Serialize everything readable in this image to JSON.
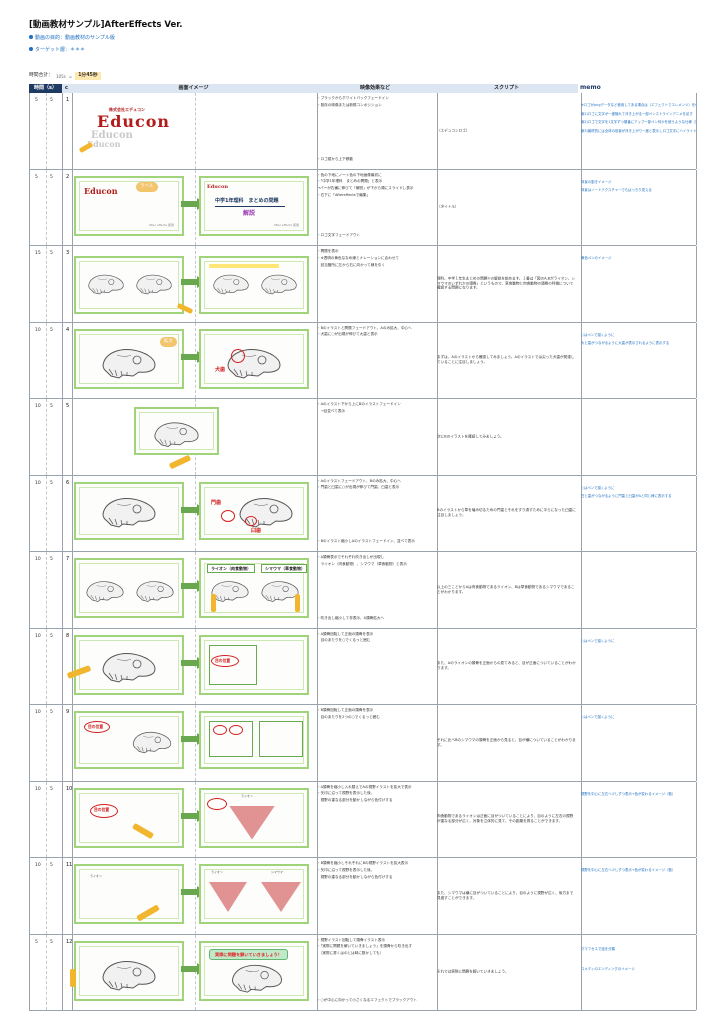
{
  "doc": {
    "title": "[動画教材サンプル]AfterEffects Ver.",
    "purpose": "動画の目的：動画教材のサンプル版",
    "target": "ターゲット層：＊＊＊",
    "total_label": "時間合計：",
    "total_secs": "105s",
    "total_arrow": "=",
    "total_value": "1分45秒"
  },
  "headers": {
    "time": "時間（s）",
    "c": "c",
    "image": "画面イメージ",
    "effects": "映像効果など",
    "script": "スクリプト",
    "memo": "memo"
  },
  "rows": [
    {
      "t1": "5",
      "t2": "5",
      "num": "1",
      "effects": [
        "・ブラックからホワイトバックフェードイン",
        "・既存の映像または新規コンポジション"
      ],
      "effects_bottom": "・ロゴ縦から上下移動",
      "script": "（エデュコンロゴ）",
      "memo": [
        "※ロゴがpngデータなど使用してある場合は（エフェクトでエレメンツ）を使う",
        "案1)ロゴに文字が一度隠れて浮き上がる一部ペンストラインアニメを足す",
        "案2)ロゴで文字を1文字ずつ順番にアップ一部ペン何かを使うような仕様（案）",
        "案3)最終的には全体の前景が浮き上がり一度と表示しロゴ文字にハイライト"
      ],
      "logo_top": "株式会社エデュコン",
      "logo": "Educon"
    },
    {
      "t1": "5",
      "t2": "5",
      "num": "2",
      "effects": [
        "・色の下地にノート色の下地画像最初に",
        "・「中学1年理科　まとめの問題」と表示",
        "→バーが右横に伸びて「解説」が下から順にスライドし表示",
        "・右下に「Aftereffectsで編集」"
      ],
      "effects_bottom": "・ロゴ文字フェードアウト",
      "script": "（タイトル）",
      "memo": [
        "背景の動きイメージ",
        "背景はノートテクスチャーでもはっきり見える"
      ],
      "card_title": "中学1年理科　まとめの問題",
      "card_sub": "解説",
      "card_note": "After effects 使用",
      "logo": "Educon",
      "callout": "ラベル"
    },
    {
      "t1": "15",
      "t2": "5",
      "num": "3",
      "effects": [
        "・問題を表示",
        "・※透明の黄色ななめ線とナレーションに合わせて",
        "　該当箇所に左から右に向かって線を引く"
      ],
      "effects_bottom": "",
      "script": "理科、中学１年生まとめの問題①の解説を始めます。１番は「図のA,Bがライオン、シマウマのいずれかの頭骨」というもので、草食動物と肉食動物の頭骨の特徴について確認する問題になります。",
      "memo": [
        "黄色ペンのイメージ"
      ]
    },
    {
      "t1": "10",
      "t2": "5",
      "num": "4",
      "effects": [
        "・Bのイラストと問題フェードアウト、Aのみ拡大、中心へ",
        "・犬歯に○が出現が伸びて大歯と表示"
      ],
      "effects_bottom": "",
      "script": "まずは、Aのイラストから確認してみましょう。Aのイラストでは尖った犬歯が発達していることに注目しましょう。",
      "memo": [
        "○はペンで描くように",
        "大と歯がつながるように大歯が表示されるように表示する"
      ],
      "callout": "拡大",
      "red_label": "犬歯"
    },
    {
      "t1": "10",
      "t2": "5",
      "num": "5",
      "effects": [
        "・Aのイラスト下から上にBのイラストフェードイン",
        "　→目並べて表示"
      ],
      "effects_bottom": "",
      "script": "次にBのイラストを確認してみましょう。",
      "memo": []
    },
    {
      "t1": "10",
      "t2": "5",
      "num": "6",
      "effects": [
        "・Aのイラストフェードアウト、Bのみ拡大、中心へ",
        "・門歯と臼歯に○が出現が伸びて門歯、臼歯と表示"
      ],
      "effects_bottom": "・Bのイラスト縮小しAのイラストフェードイン、並べて表示",
      "script": "Bのイラストから草を噛み切るための門歯とそれをすり潰すために平らになった臼歯に注目しましょう。",
      "memo": [
        "○はペンで描くように",
        "白と歯がつながるように門歯と臼歯がAと同じ様に表示する"
      ],
      "red_label": "門歯",
      "red_label2": "臼歯"
    },
    {
      "t1": "10",
      "t2": "5",
      "num": "7",
      "effects": [
        "・A頭骨表示でそれぞれ吹き出しが出現し",
        "　ライオン（肉食動物）、シマウマ（草食動物）と表示"
      ],
      "effects_bottom": "・吹き出し縮小して非表示、A頭骨拡大へ",
      "script": "以上の三ことからAは肉食動物であるライオン、Bは草食動物であるシマウマであることがわかります。",
      "memo": [],
      "label_a": "ライオン（肉食動物）",
      "label_b": "シマウマ（草食動物）"
    },
    {
      "t1": "10",
      "t2": "5",
      "num": "8",
      "effects": [
        "・A頭骨回転して正面の頭骨を表示",
        "　目のあたりを○でくるっと囲む"
      ],
      "effects_bottom": "",
      "script": "また、Aのライオンの頭骨を正面からの見てみると、目が正面についていることがわかります。",
      "memo": [
        "○はペンで描くように"
      ],
      "eye_label": "目の位置"
    },
    {
      "t1": "10",
      "t2": "5",
      "num": "9",
      "effects": [
        "・B頭骨回転して正面の頭骨を表示",
        "　目のあたりを2つの○でくるっと囲む"
      ],
      "effects_bottom": "",
      "script": "それに比べBのシマウマの頭骨を正面から見ると、目が横についていることがわかります。",
      "memo": [
        "○はペンで描くように"
      ],
      "eye_label": "目の位置"
    },
    {
      "t1": "10",
      "t2": "5",
      "num": "10",
      "effects": [
        "・A頭骨を縮小し入れ替えでAの視野イラストを拡大で表示",
        "・矢印に沿って視野を表示した後、",
        "　視野の重なる部分を動かしながら色付けする"
      ],
      "effects_bottom": "",
      "script": "肉食動物であるライオンは正面に目がついていることにより、目のように左右の視野が重なる部分が広く、対象を立体的に見て、その距離を測ることができます。",
      "memo": [
        "視野を中心に左右へ少しずつ表示→色が変わるイメージ（動）"
      ],
      "eye_label": "目の位置",
      "small_label": "ライオン"
    },
    {
      "t1": "10",
      "t2": "5",
      "num": "11",
      "effects": [
        "・B頭骨を縮小しそれぞれにBの視野イラストを拡大表示",
        "・矢印に沿って視野を表示した後、",
        "　視野の重なる部分を動かしながら色付けする"
      ],
      "effects_bottom": "",
      "script": "また、シマウマは横に目がついていることにより、目のように視野が広く、後方まで見渡すことができます。",
      "memo": [
        "視野を中心に左右へ少しずつ表示→色が変わるイメージ（動）"
      ],
      "small_label": "ライオン",
      "small_label2": "シマウマ"
    },
    {
      "t1": "5",
      "t2": "5",
      "num": "12",
      "effects": [
        "・視野イラスト回転して頭骨イラスト表示",
        "・「実際に問題を解いていきましょう」を頭骨から吹き出す",
        "　（実際に書くはのとは時に数かしても）"
      ],
      "effects_bottom": "・○が中心に向かって小さくなるエフェクトでブラックアウト",
      "script": "それでは実際に問題を解いていきましょう。",
      "memo": [
        "ママフセスで話を分類",
        "",
        "",
        "",
        "コメディのエンディングのイメージ"
      ],
      "banner": "実際に問題を解いていきましょう！"
    }
  ]
}
